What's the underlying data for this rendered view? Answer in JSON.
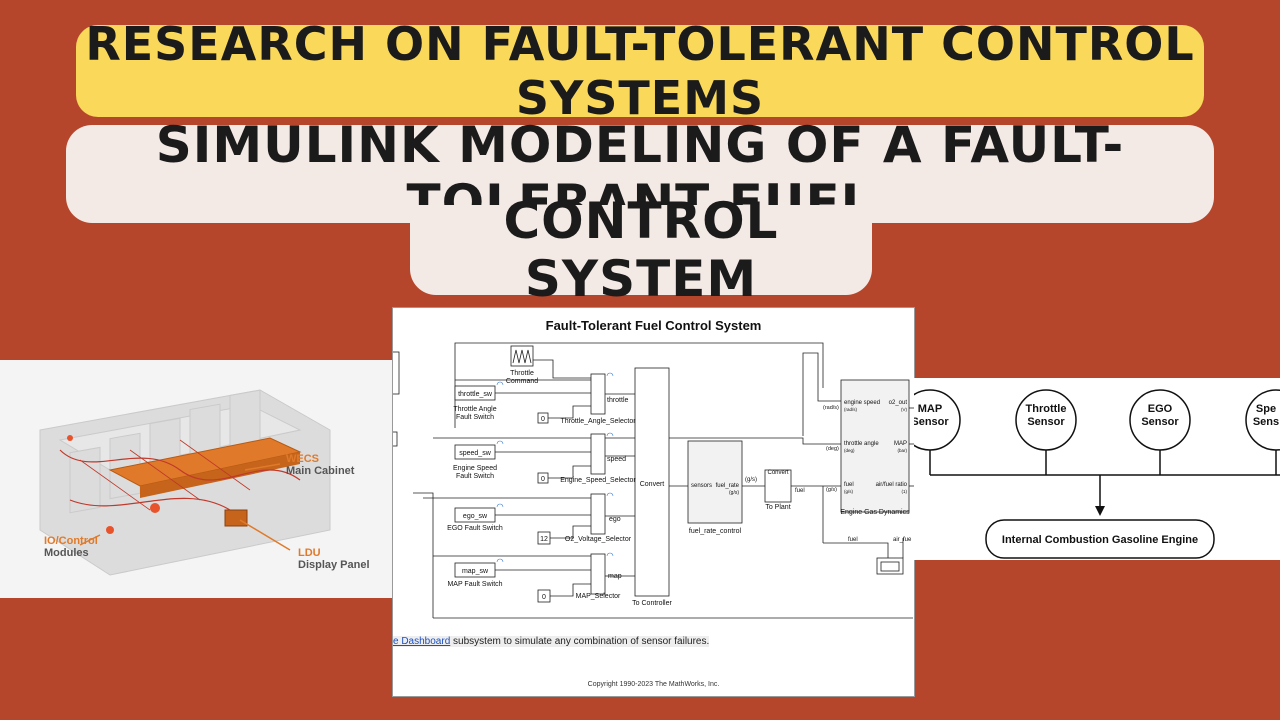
{
  "header": {
    "line1": "RESEARCH ON FAULT-TOLERANT CONTROL SYSTEMS",
    "line2a": "SIMULINK MODELING OF A FAULT-TOLERANT FUEL",
    "line2b": "CONTROL SYSTEM"
  },
  "engine_panel": {
    "wecs_title": "WECS",
    "wecs_sub": "Main Cabinet",
    "io_title": "IO/Control",
    "io_sub": "Modules",
    "ldu_title": "LDU",
    "ldu_sub": "Display Panel"
  },
  "simulink": {
    "title": "Fault-Tolerant Fuel Control System",
    "throttle_cmd": "Throttle",
    "throttle_cmd2": "Command",
    "blocks": {
      "throttle_sw": "throttle_sw",
      "speed_sw": "speed_sw",
      "ego_sw": "ego_sw",
      "map_sw": "map_sw",
      "throttle_fault": "Throttle Angle",
      "throttle_fault2": "Fault Switch",
      "speed_fault": "Engine Speed",
      "speed_fault2": "Fault Switch",
      "ego_fault": "EGO Fault Switch",
      "map_fault": "MAP Fault Switch",
      "const0a": "0",
      "const0b": "0",
      "const12": "12",
      "const0c": "0",
      "sel_throttle": "Throttle_Angle_Selector",
      "sel_speed": "Engine_Speed_Selector",
      "sel_o2": "O2_Voltage_Selector",
      "sel_map": "MAP_Selector",
      "sig_throttle": "throttle",
      "sig_speed": "speed",
      "sig_ego": "ego",
      "sig_map": "map",
      "convert1": "Convert",
      "to_controller": "To Controller",
      "frc_in": "sensors",
      "frc_out": "fuel_rate",
      "frc_unit": "(g/s)",
      "frc_name": "fuel_rate_control",
      "gs": "(g/s)",
      "convert2": "Convert",
      "to_plant": "To Plant",
      "fuel": "fuel",
      "engine_speed": "engine speed",
      "rads": "(rad/s)",
      "throttle_angle": "throttle angle",
      "deg": "(deg)",
      "fuel_in": "fuel",
      "gs2": "(g/s)",
      "o2_out": "o2_out",
      "v": "(V)",
      "map": "MAP",
      "bar": "(bar)",
      "airfuel": "air/fuel ratio",
      "one": "(1)",
      "egd": "Engine Gas Dynamics",
      "fuel_lbl": "fuel",
      "air_fuel": "air_fue"
    },
    "note_link": "e Dashboard",
    "note_rest": " subsystem to simulate any combination of sensor failures.",
    "copyright": "Copyright 1990-2023 The MathWorks, Inc."
  },
  "sensor_panel": {
    "sensors": [
      {
        "line1": "MAP",
        "line2": "Sensor"
      },
      {
        "line1": "Throttle",
        "line2": "Sensor"
      },
      {
        "line1": "EGO",
        "line2": "Sensor"
      },
      {
        "line1": "Spe",
        "line2": "Sens"
      }
    ],
    "engine": "Internal Combustion Gasoline  Engine"
  },
  "colors": {
    "background": "#b5462b",
    "banner_yellow": "#f9d85a",
    "banner_light": "#f3e9e5",
    "accent_orange": "#e07a2a"
  }
}
